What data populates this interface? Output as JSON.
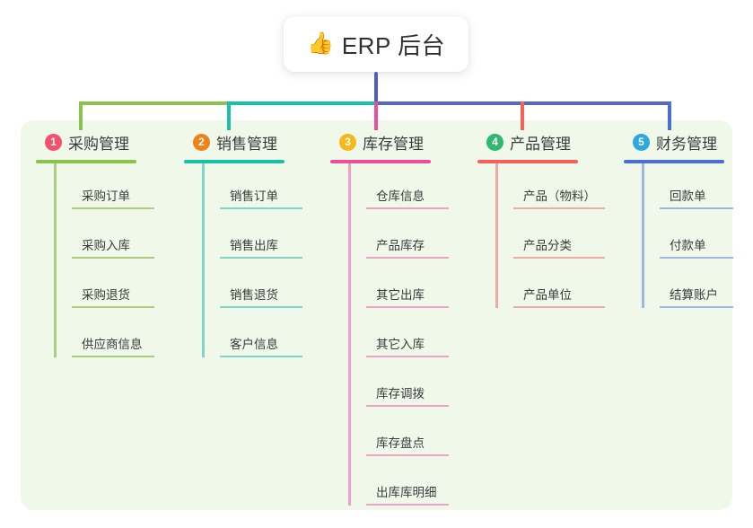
{
  "root": {
    "icon": "thumbs-up-icon",
    "emoji": "👍",
    "title": "ERP 后台"
  },
  "palette": {
    "panel_bg": "#eff8e9",
    "page_bg": "#ffffff",
    "root_stem": "#4a5fc1",
    "bus_left": "#8bc34a",
    "bus_mid": "#18c2a8",
    "bus_right": "#5566cc",
    "text": "#3a3b3d"
  },
  "columns": [
    {
      "index": "1",
      "title": "采购管理",
      "badge_color": "#f2516c",
      "line_color": "#8bc34a",
      "leaf_color": "#a9ce7e",
      "title_underline_width": 112,
      "leaf_rule_width": 92,
      "items": [
        {
          "label": "采购订单"
        },
        {
          "label": "采购入库"
        },
        {
          "label": "采购退货"
        },
        {
          "label": "供应商信息"
        }
      ]
    },
    {
      "index": "2",
      "title": "销售管理",
      "badge_color": "#f08019",
      "line_color": "#18c2a8",
      "leaf_color": "#7fd5c8",
      "title_underline_width": 112,
      "leaf_rule_width": 92,
      "items": [
        {
          "label": "销售订单"
        },
        {
          "label": "销售出库"
        },
        {
          "label": "销售退货"
        },
        {
          "label": "客户信息"
        }
      ]
    },
    {
      "index": "3",
      "title": "库存管理",
      "badge_color": "#f5b81c",
      "line_color": "#ec4d9e",
      "leaf_color": "#efa1c8",
      "title_underline_width": 112,
      "leaf_rule_width": 92,
      "items": [
        {
          "label": "仓库信息"
        },
        {
          "label": "产品库存"
        },
        {
          "label": "其它出库"
        },
        {
          "label": "其它入库"
        },
        {
          "label": "库存调拨"
        },
        {
          "label": "库存盘点"
        },
        {
          "label": "出库库明细"
        }
      ]
    },
    {
      "index": "4",
      "title": "产品管理",
      "badge_color": "#2eb872",
      "line_color": "#f4605c",
      "leaf_color": "#f3a9a3",
      "title_underline_width": 112,
      "leaf_rule_width": 102,
      "items": [
        {
          "label": "产品（物料）"
        },
        {
          "label": "产品分类"
        },
        {
          "label": "产品单位"
        }
      ]
    },
    {
      "index": "5",
      "title": "财务管理",
      "badge_color": "#29a9e0",
      "line_color": "#4a6fd4",
      "leaf_color": "#9db5e8",
      "title_underline_width": 112,
      "leaf_rule_width": 82,
      "items": [
        {
          "label": "回款单"
        },
        {
          "label": "付款单"
        },
        {
          "label": "结算账户"
        }
      ]
    }
  ]
}
